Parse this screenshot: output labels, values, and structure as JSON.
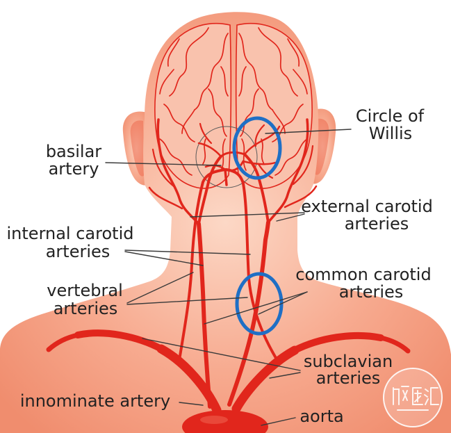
{
  "labels": {
    "circle_of_willis": [
      "Circle of",
      "Willis"
    ],
    "basilar_artery": [
      "basilar",
      "artery"
    ],
    "external_carotid_arteries": [
      "external carotid",
      "arteries"
    ],
    "internal_carotid_arteries": [
      "internal carotid",
      "arteries"
    ],
    "vertebral_arteries": [
      "vertebral",
      "arteries"
    ],
    "common_carotid_arteries": [
      "common carotid",
      "arteries"
    ],
    "subclavian_arteries": [
      "subclavian",
      "arteries"
    ],
    "innominate_artery": "innominate artery",
    "aorta": "aorta"
  },
  "colors": {
    "artery": "#e1261c",
    "highlight_ring": "#1f6fc5",
    "skin": "#f7aa8f",
    "skin_light": "#fcd8c6",
    "skin_edge": "#f08d6e",
    "brain": "#f9c2ad",
    "label_text": "#222222",
    "leader_line": "#3a3a3a"
  },
  "watermark": {
    "text": "脑医汇"
  }
}
